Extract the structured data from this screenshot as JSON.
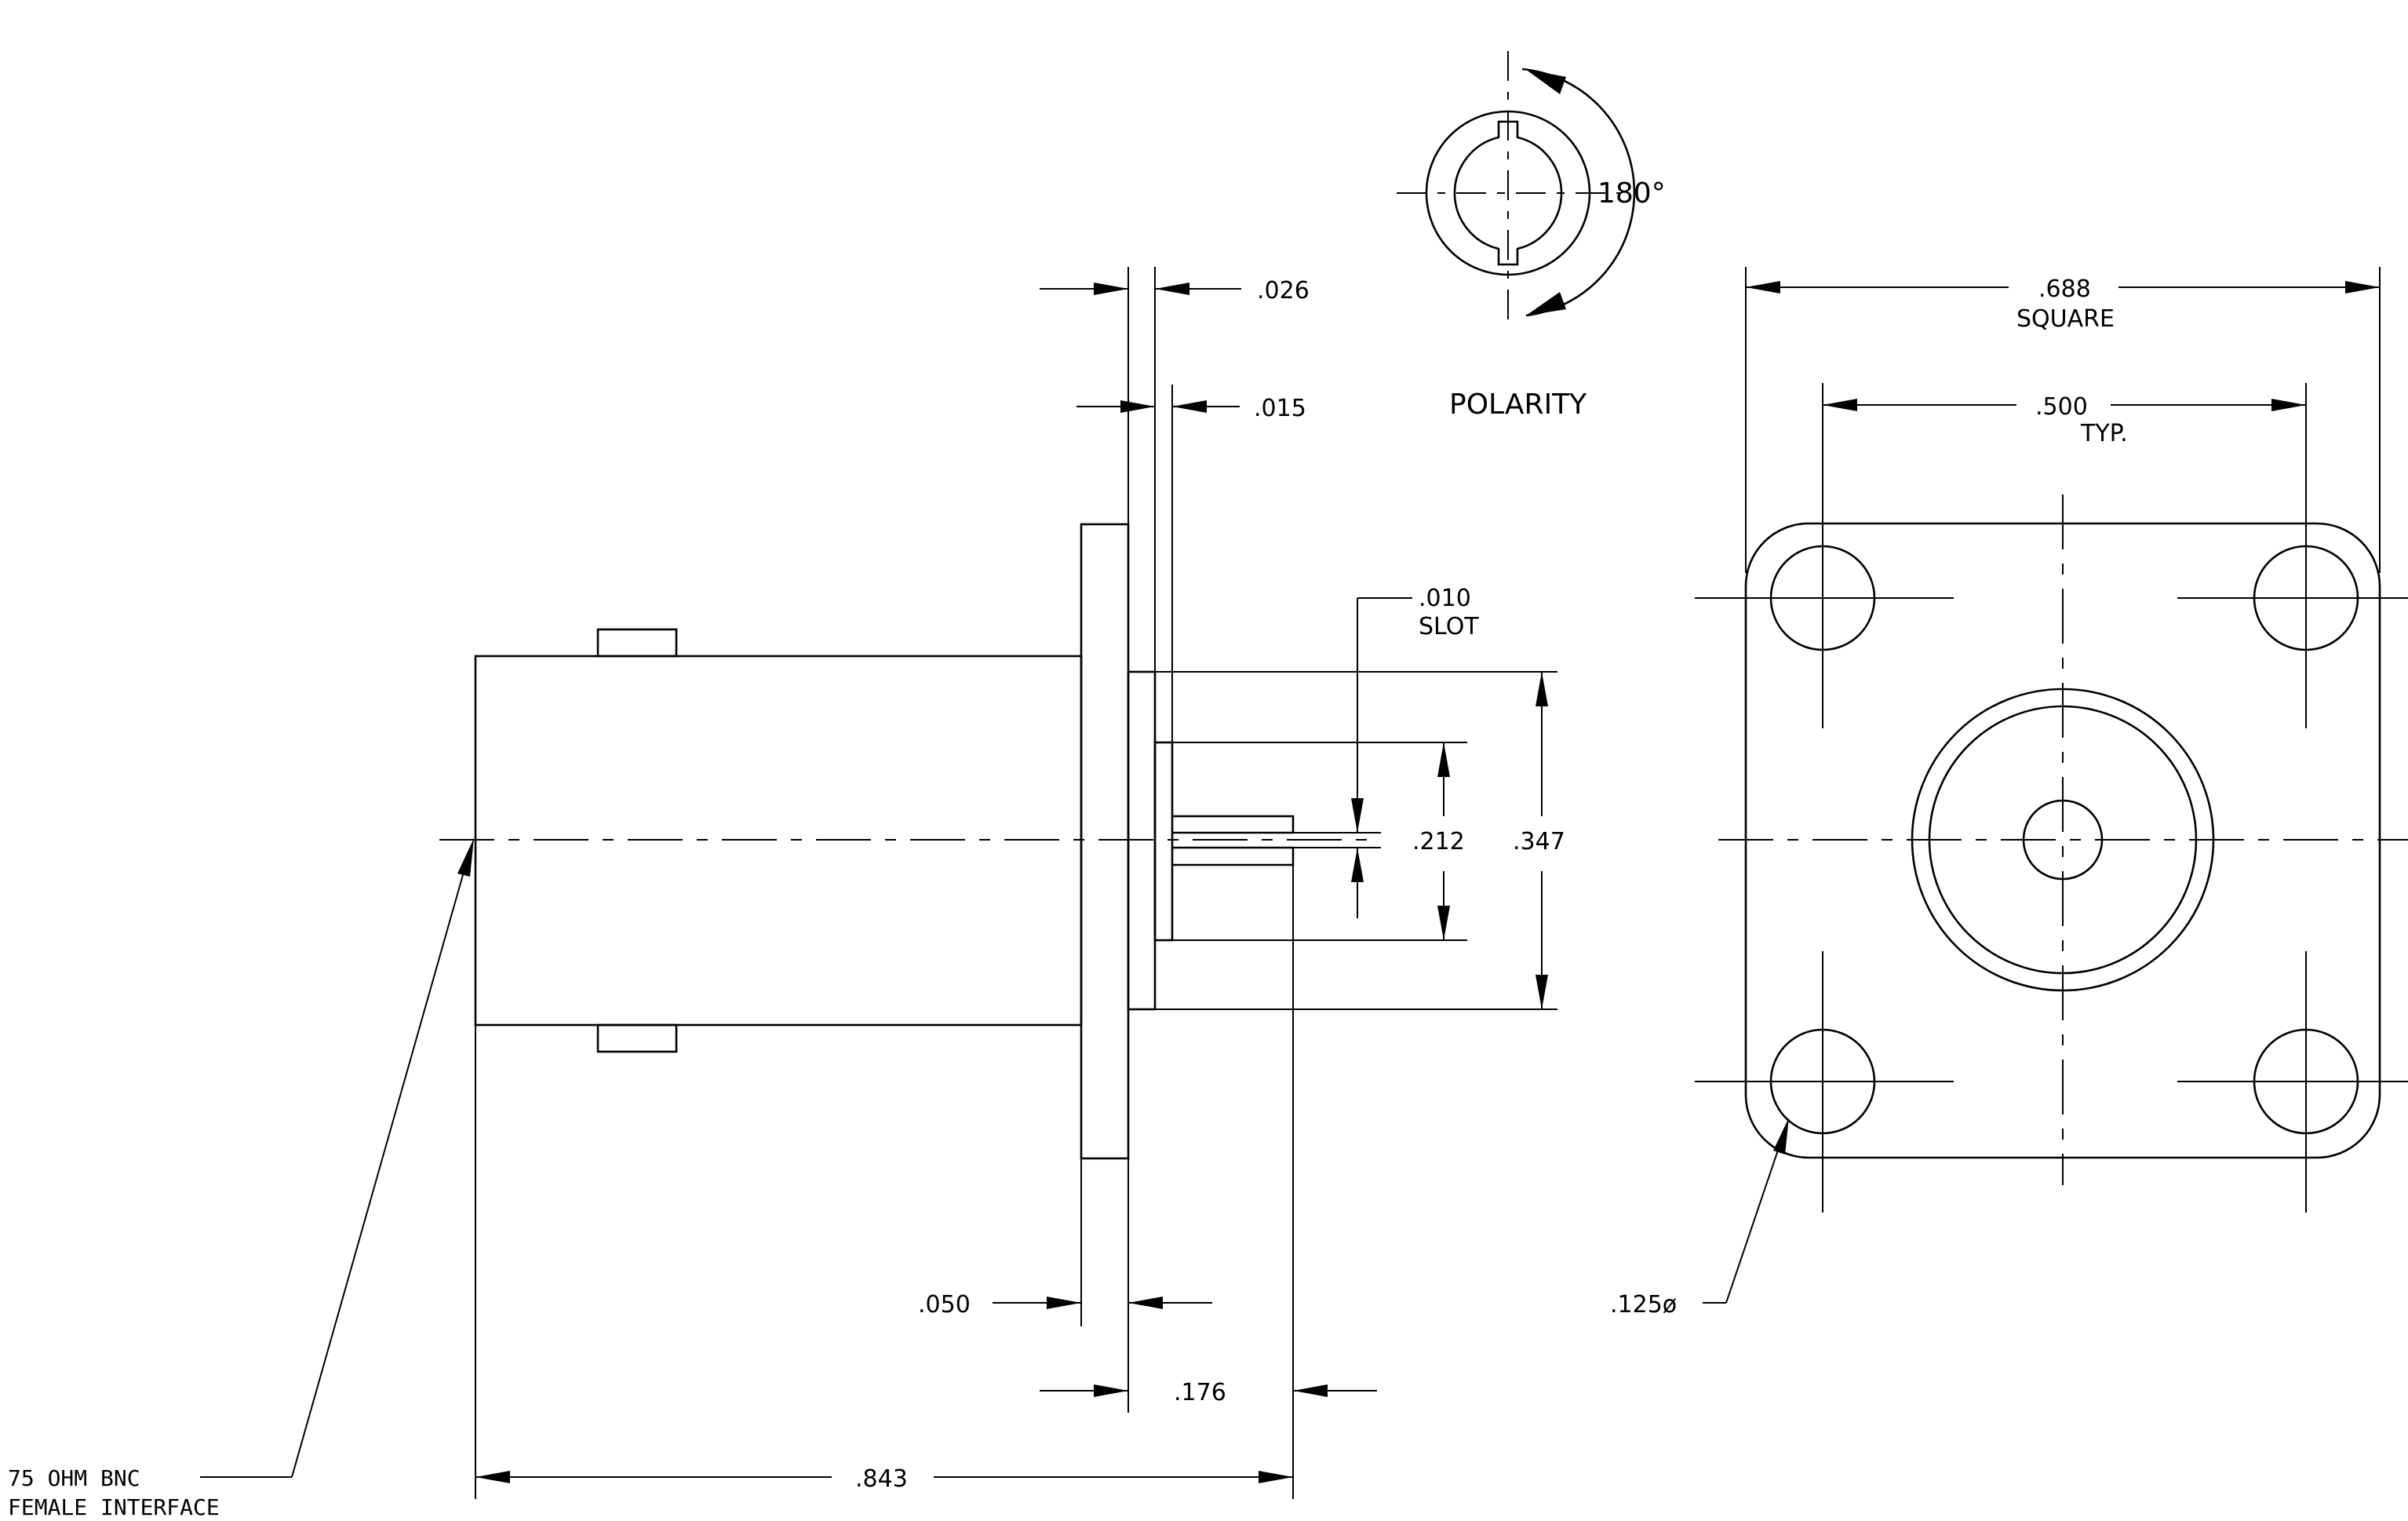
{
  "colors": {
    "ink": "#000000",
    "paper": "#ffffff"
  },
  "views": {
    "polarity": {
      "title": "POLARITY",
      "rotation": "180°"
    },
    "side": {
      "dim_026": ".026",
      "dim_015": ".015",
      "dim_010": ".010",
      "dim_slot": "SLOT",
      "dim_212": ".212",
      "dim_347": ".347",
      "dim_050": ".050",
      "dim_176": ".176",
      "dim_843": ".843",
      "callout_line1": "75 OHM BNC",
      "callout_line2": "FEMALE INTERFACE"
    },
    "front": {
      "dim_688": ".688",
      "dim_square": "SQUARE",
      "dim_500": ".500",
      "dim_typ": "TYP.",
      "hole_dia": ".125ø"
    }
  }
}
